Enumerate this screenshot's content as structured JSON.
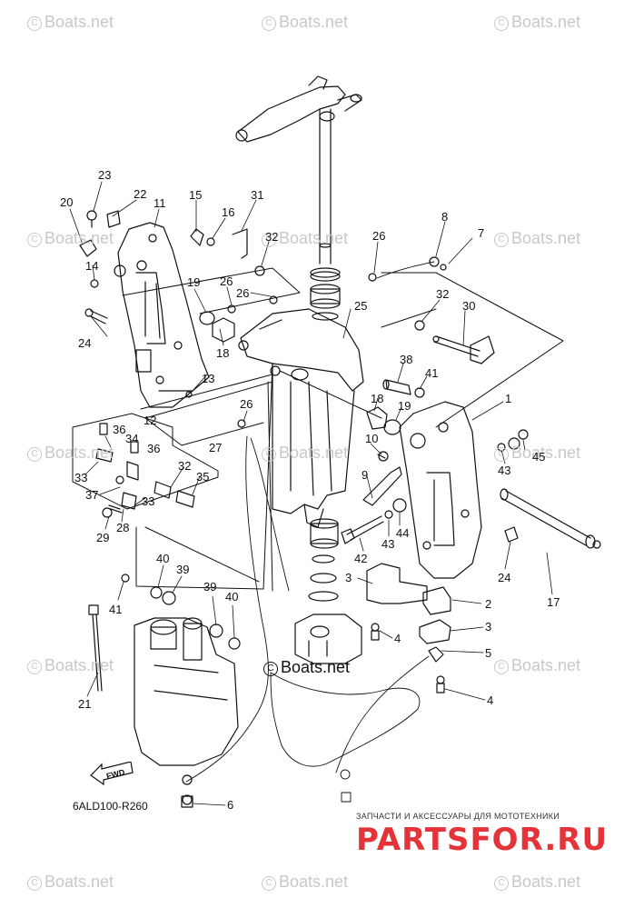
{
  "watermark": {
    "symbol": "C",
    "text": "Boats.net"
  },
  "diagram_code": "6ALD100-R260",
  "fwd_label": "FWD",
  "shop": {
    "subtitle": "ЗАПЧАСТИ И АКСЕССУАРЫ ДЛЯ МОТОТЕХНИКИ",
    "logo": "PARTSFOR.RU"
  },
  "callouts": [
    {
      "id": "c23",
      "label": "23"
    },
    {
      "id": "c22",
      "label": "22"
    },
    {
      "id": "c20",
      "label": "20"
    },
    {
      "id": "c11",
      "label": "11"
    },
    {
      "id": "c15",
      "label": "15"
    },
    {
      "id": "c16",
      "label": "16"
    },
    {
      "id": "c31",
      "label": "31"
    },
    {
      "id": "c14",
      "label": "14"
    },
    {
      "id": "c32a",
      "label": "32"
    },
    {
      "id": "c26a",
      "label": "26"
    },
    {
      "id": "c8",
      "label": "8"
    },
    {
      "id": "c7",
      "label": "7"
    },
    {
      "id": "c19a",
      "label": "19"
    },
    {
      "id": "c26b",
      "label": "26"
    },
    {
      "id": "c26c",
      "label": "26"
    },
    {
      "id": "c25",
      "label": "25"
    },
    {
      "id": "c32b",
      "label": "32"
    },
    {
      "id": "c30",
      "label": "30"
    },
    {
      "id": "c24a",
      "label": "24"
    },
    {
      "id": "c18a",
      "label": "18"
    },
    {
      "id": "c38",
      "label": "38"
    },
    {
      "id": "c13",
      "label": "13"
    },
    {
      "id": "c41a",
      "label": "41"
    },
    {
      "id": "c18b",
      "label": "18"
    },
    {
      "id": "c19b",
      "label": "19"
    },
    {
      "id": "c1",
      "label": "1"
    },
    {
      "id": "c12",
      "label": "12"
    },
    {
      "id": "c26d",
      "label": "26"
    },
    {
      "id": "c36a",
      "label": "36"
    },
    {
      "id": "c34",
      "label": "34"
    },
    {
      "id": "c36b",
      "label": "36"
    },
    {
      "id": "c27",
      "label": "27"
    },
    {
      "id": "c10",
      "label": "10"
    },
    {
      "id": "c43a",
      "label": "43"
    },
    {
      "id": "c45",
      "label": "45"
    },
    {
      "id": "c33a",
      "label": "33"
    },
    {
      "id": "c32c",
      "label": "32"
    },
    {
      "id": "c35",
      "label": "35"
    },
    {
      "id": "c9",
      "label": "9"
    },
    {
      "id": "c37",
      "label": "37"
    },
    {
      "id": "c33b",
      "label": "33"
    },
    {
      "id": "c29",
      "label": "29"
    },
    {
      "id": "c28",
      "label": "28"
    },
    {
      "id": "c44",
      "label": "44"
    },
    {
      "id": "c43b",
      "label": "43"
    },
    {
      "id": "c42",
      "label": "42"
    },
    {
      "id": "c24b",
      "label": "24"
    },
    {
      "id": "c40a",
      "label": "40"
    },
    {
      "id": "c39a",
      "label": "39"
    },
    {
      "id": "c3a",
      "label": "3"
    },
    {
      "id": "c2",
      "label": "2"
    },
    {
      "id": "c17",
      "label": "17"
    },
    {
      "id": "c41b",
      "label": "41"
    },
    {
      "id": "c39b",
      "label": "39"
    },
    {
      "id": "c40b",
      "label": "40"
    },
    {
      "id": "c4a",
      "label": "4"
    },
    {
      "id": "c3b",
      "label": "3"
    },
    {
      "id": "c5",
      "label": "5"
    },
    {
      "id": "c4b",
      "label": "4"
    },
    {
      "id": "c21",
      "label": "21"
    },
    {
      "id": "c6",
      "label": "6"
    }
  ]
}
